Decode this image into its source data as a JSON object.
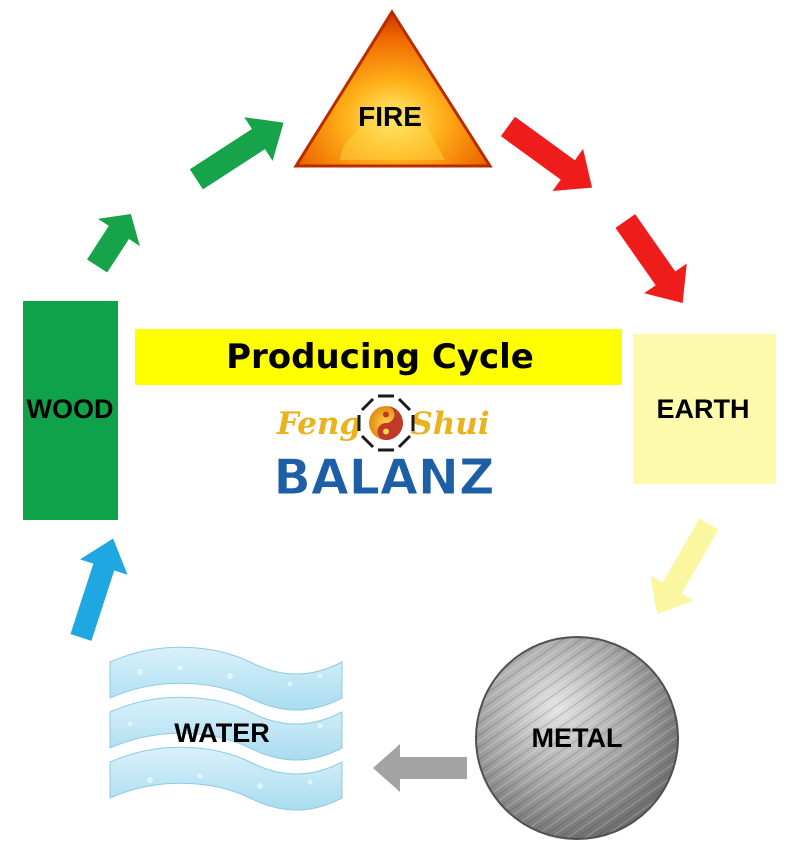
{
  "diagram": {
    "title": "Producing Cycle",
    "elements": {
      "fire": {
        "label": "FIRE"
      },
      "earth": {
        "label": "EARTH"
      },
      "metal": {
        "label": "METAL"
      },
      "water": {
        "label": "WATER"
      },
      "wood": {
        "label": "WOOD"
      }
    },
    "logo": {
      "script_left": "Feng",
      "script_right": "Shui",
      "brand": "BALANZ",
      "emblem": "bagua-yin-yang-icon"
    },
    "arrows": [
      {
        "from": "wood",
        "to": "fire",
        "color": "#16a34a"
      },
      {
        "from": "fire",
        "to": "earth",
        "color": "#ef1c1c"
      },
      {
        "from": "earth",
        "to": "metal",
        "color": "#faf7a0"
      },
      {
        "from": "metal",
        "to": "water",
        "color": "#a3a3a3"
      },
      {
        "from": "water",
        "to": "wood",
        "color": "#1ea7e1"
      }
    ],
    "colors": {
      "title_band": "#ffff00",
      "wood": "#0fa24a",
      "earth": "#fdfbab",
      "fire_outer": "#d13b00",
      "fire_inner": "#ffb21a",
      "metal": "#8c8c8c",
      "water": "#bfe6f5",
      "logo_script": "#e9b21e",
      "logo_brand": "#1c5fa6"
    }
  }
}
